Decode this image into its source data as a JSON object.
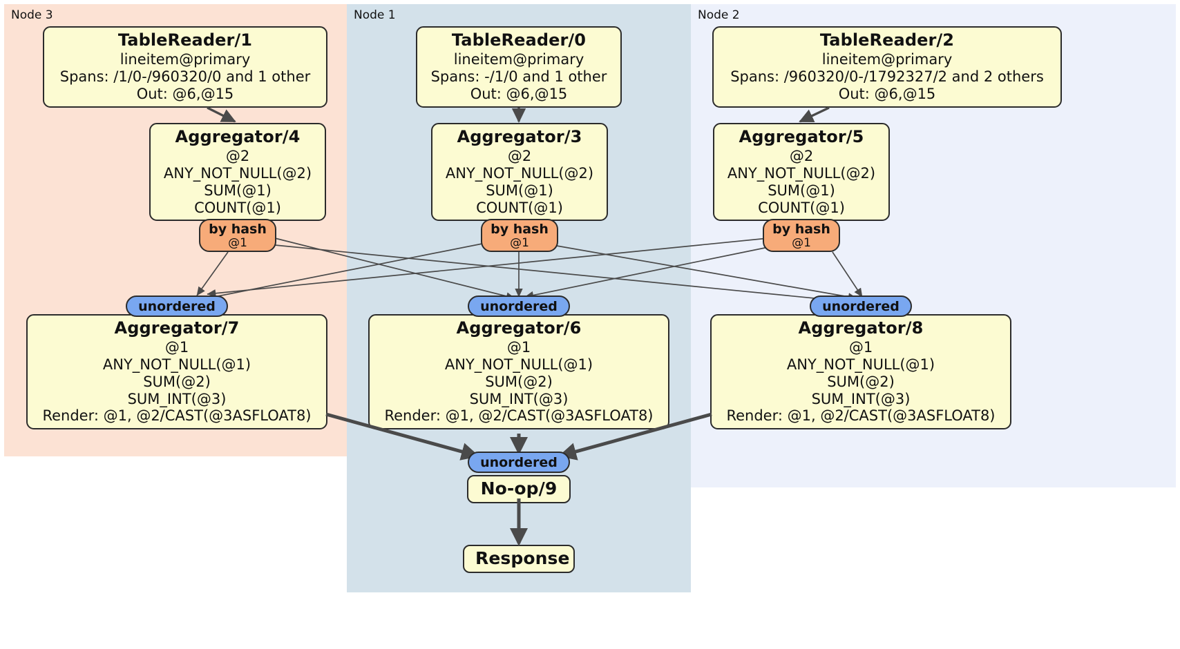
{
  "diagram": {
    "title": "DistSQL distributed query plan",
    "colors": {
      "node3_panel": "#fce2d4",
      "node1_panel": "#d3e1ea",
      "node2_panel": "#edf1fb",
      "processor_box": "#fcfbd2",
      "hash_router": "#f7ab79",
      "unordered_synchronizer": "#79a7f0",
      "stroke": "#2b2b2b",
      "edge": "#4a4a4a"
    }
  },
  "panels": [
    {
      "id": "node3",
      "label": "Node 3"
    },
    {
      "id": "node1",
      "label": "Node 1"
    },
    {
      "id": "node2",
      "label": "Node 2"
    }
  ],
  "processors": {
    "table_reader_1": {
      "title": "TableReader/1",
      "lines": [
        "lineitem@primary",
        "Spans: /1/0-/960320/0 and 1 other",
        "Out: @6,@15"
      ]
    },
    "table_reader_0": {
      "title": "TableReader/0",
      "lines": [
        "lineitem@primary",
        "Spans: -/1/0 and 1 other",
        "Out: @6,@15"
      ]
    },
    "table_reader_2": {
      "title": "TableReader/2",
      "lines": [
        "lineitem@primary",
        "Spans: /960320/0-/1792327/2 and 2 others",
        "Out: @6,@15"
      ]
    },
    "aggregator_4": {
      "title": "Aggregator/4",
      "lines": [
        "@2",
        "ANY_NOT_NULL(@2)",
        "SUM(@1)",
        "COUNT(@1)"
      ]
    },
    "aggregator_3": {
      "title": "Aggregator/3",
      "lines": [
        "@2",
        "ANY_NOT_NULL(@2)",
        "SUM(@1)",
        "COUNT(@1)"
      ]
    },
    "aggregator_5": {
      "title": "Aggregator/5",
      "lines": [
        "@2",
        "ANY_NOT_NULL(@2)",
        "SUM(@1)",
        "COUNT(@1)"
      ]
    },
    "aggregator_7": {
      "title": "Aggregator/7",
      "lines": [
        "@1",
        "ANY_NOT_NULL(@1)",
        "SUM(@2)",
        "SUM_INT(@3)",
        "Render: @1, @2/CAST(@3ASFLOAT8)"
      ]
    },
    "aggregator_6": {
      "title": "Aggregator/6",
      "lines": [
        "@1",
        "ANY_NOT_NULL(@1)",
        "SUM(@2)",
        "SUM_INT(@3)",
        "Render: @1, @2/CAST(@3ASFLOAT8)"
      ]
    },
    "aggregator_8": {
      "title": "Aggregator/8",
      "lines": [
        "@1",
        "ANY_NOT_NULL(@1)",
        "SUM(@2)",
        "SUM_INT(@3)",
        "Render: @1, @2/CAST(@3ASFLOAT8)"
      ]
    },
    "noop_9": {
      "title": "No-op/9"
    },
    "response": {
      "title": "Response"
    }
  },
  "routers": {
    "hash_4": {
      "label": "by hash",
      "sublabel": "@1"
    },
    "hash_3": {
      "label": "by hash",
      "sublabel": "@1"
    },
    "hash_5": {
      "label": "by hash",
      "sublabel": "@1"
    }
  },
  "synchronizers": {
    "sync_7": {
      "label": "unordered"
    },
    "sync_6": {
      "label": "unordered"
    },
    "sync_8": {
      "label": "unordered"
    },
    "sync_final": {
      "label": "unordered"
    }
  }
}
